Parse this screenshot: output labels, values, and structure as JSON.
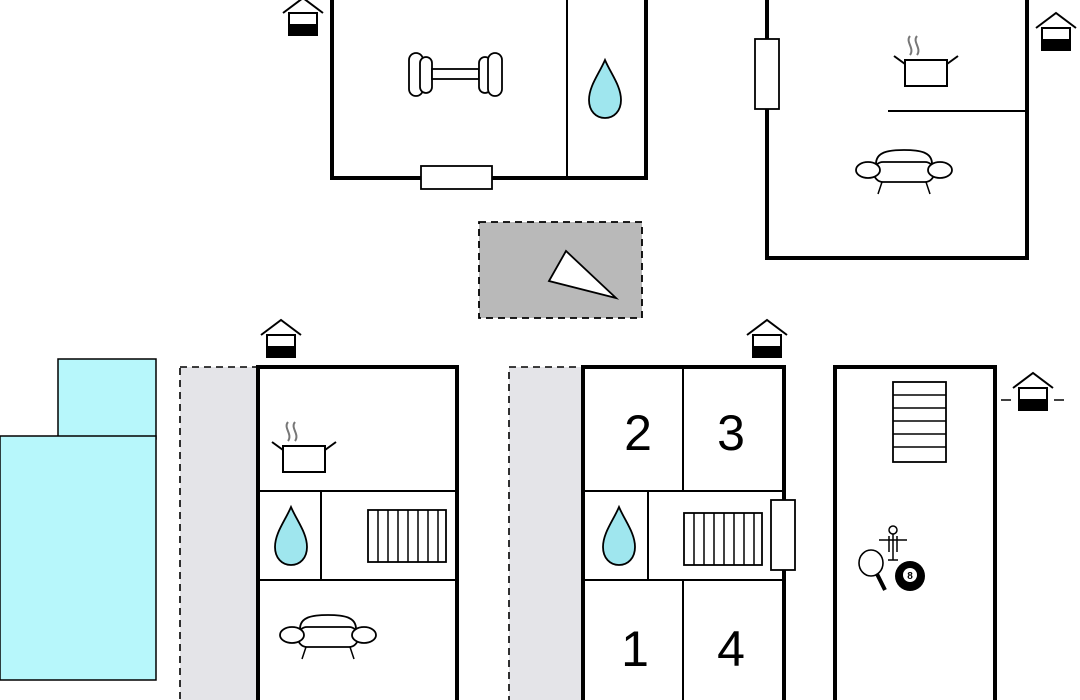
{
  "colors": {
    "pool": "#b7f7fb",
    "water_drop": "#9fe6ee",
    "terrace": "#e4e4e8",
    "parking": "#b9b9b9",
    "wall": "#000000",
    "background": "#ffffff"
  },
  "bedrooms": {
    "one": "1",
    "two": "2",
    "three": "3",
    "four": "4"
  },
  "billiard_ball": "8",
  "icons": [
    "house-entrance-icon",
    "dumbbell-icon",
    "water-drop-icon",
    "cooking-pot-icon",
    "sofa-icon",
    "radiator-icon",
    "stairs-icon",
    "table-football-icon",
    "table-tennis-icon",
    "billiard-ball-icon",
    "compass-arrow-icon",
    "window-icon"
  ]
}
